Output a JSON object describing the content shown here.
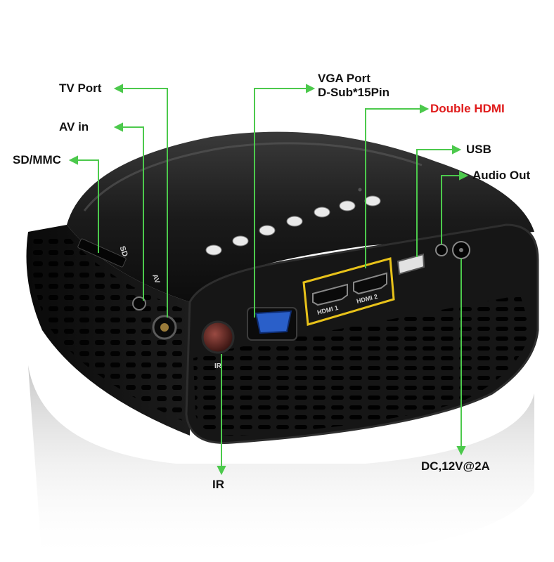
{
  "labels": {
    "tv_port": "TV Port",
    "av_in": "AV in",
    "sd_mmc": "SD/MMC",
    "vga_port_line1": "VGA Port",
    "vga_port_line2": "D-Sub*15Pin",
    "double_hdmi": "Double HDMI",
    "usb": "USB",
    "audio_out": "Audio Out",
    "ir": "IR",
    "dc_power": "DC,12V@2A"
  },
  "device_markings": {
    "sd": "SD",
    "av": "AV",
    "ir": "IR",
    "hdmi1": "HDMI 1",
    "hdmi2": "HDMI 2"
  },
  "colors": {
    "callout_line": "#4cc94c",
    "callout_highlight": "#e01b1b",
    "device_body": "#111111",
    "hdmi_frame": "#e8c21a",
    "vga_port": "#2a5fc9"
  }
}
